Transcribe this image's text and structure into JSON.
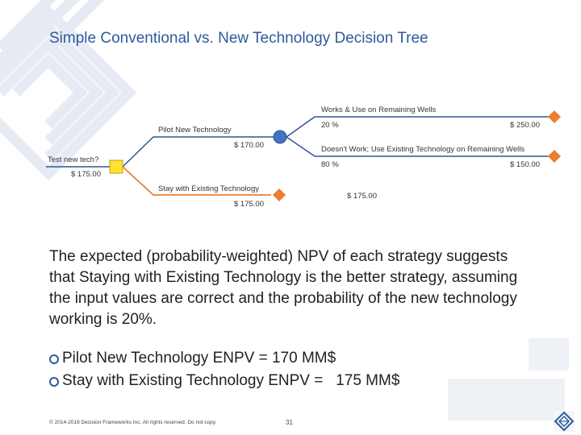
{
  "slide": {
    "title": "Simple Conventional vs. New Technology Decision Tree",
    "body": "The expected (probability-weighted) NPV of each strategy suggests that Staying with Existing Technology is the better strategy, assuming the input values are correct and the probability of the new technology working is 20%.",
    "bullets": [
      "Pilot New Technology ENPV = 170 MM$",
      "Stay with Existing Technology ENPV =   175 MM$"
    ],
    "footer": "© 2014-2016 Decision Frameworks Inc. All rights reserved. Do not copy.",
    "page_number": "31"
  },
  "tree": {
    "root": {
      "label": "Test new tech?",
      "value": "$ 175.00"
    },
    "branch_pilot": {
      "label": "Pilot New Technology",
      "value": "$ 170.00"
    },
    "branch_stay": {
      "label": "Stay with Existing Technology",
      "value": "$ 175.00"
    },
    "outcome_works": {
      "label": "Works & Use on Remaining Wells",
      "probability": "20 %",
      "value": "$ 250.00"
    },
    "outcome_fails": {
      "label": "Doesn't Work; Use Existing Technology on Remaining Wells",
      "probability": "80 %",
      "value": "$ 150.00"
    },
    "stay_end_value": "$ 175.00"
  },
  "colors": {
    "title": "#2e5a9c",
    "tree_line": "#2f5597",
    "chosen_branch": "#ed7d31",
    "decision_node": "#ffe033",
    "chance_node": "#4472c4",
    "end_node": "#ed7d31"
  }
}
